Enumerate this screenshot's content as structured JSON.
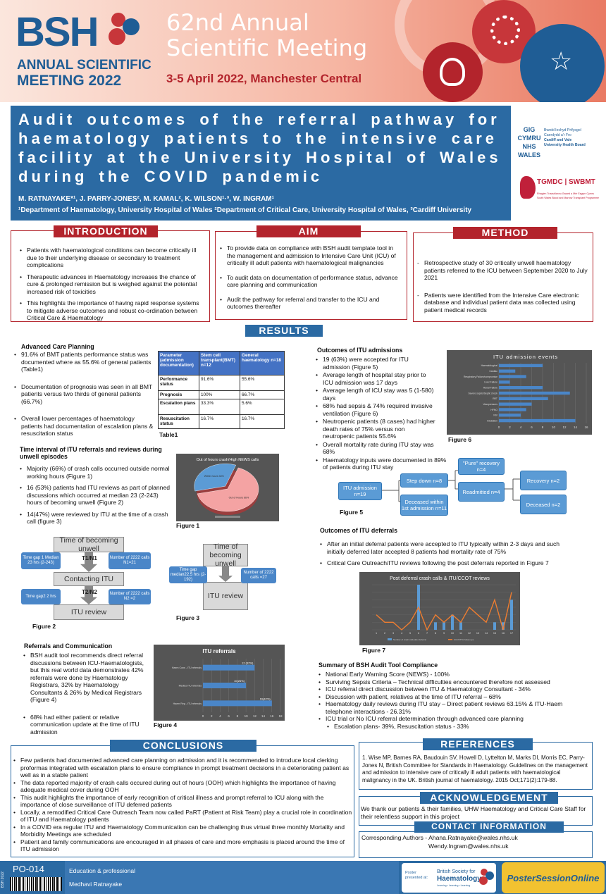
{
  "header": {
    "logo": "BSH",
    "logo_sub1": "ANNUAL SCIENTIFIC",
    "logo_sub2": "MEETING 2022",
    "title_line1": "62nd Annual",
    "title_line2": "Scientific Meeting",
    "date": "3-5 April 2022, Manchester Central",
    "colors": {
      "brand_blue": "#1f5d95",
      "brand_red": "#b3242c"
    }
  },
  "poster": {
    "title": "Audit outcomes of the referral pathway for haematology patients to the intensive care facility at the University Hospital of Wales during the COVID pandemic",
    "authors": "M. RATNAYAKE*¹, J. PARRY-JONES², M. KAMAL², K. WILSON¹·³, W. INGRAM¹",
    "affiliations": "¹Department of Haematology, University Hospital of Wales ²Department of Critical Care, University Hospital of Wales, ³Cardiff University",
    "logo1_lines": [
      "Bwrdd Iechyd Prifysgol",
      "Caerdydd a'r Fro",
      "Cardiff and Vale",
      "University Health Board"
    ],
    "logo1_mark": "GIG CYMRU NHS WALES",
    "logo2": "TGMDC | SWBMT",
    "logo2_sub": [
      "Rhaglen Trawsblannu Gwaed a Mêr Esgyrn Cymru",
      "South Wales Blood and Marrow Transplant Programme"
    ]
  },
  "introduction": {
    "heading": "INTRODUCTION",
    "items": [
      "Patients with haematological conditions can become critically ill due to their underlying disease or secondary to treatment complications",
      "Therapeutic advances in Haematology increases the chance of cure & prolonged remission but is weighed against the potential increased risk of toxicities",
      "This highlights the importance of having rapid response systems to mitigate adverse outcomes and robust co-ordination between Critical Care & Haematology"
    ]
  },
  "aim": {
    "heading": "AIM",
    "items": [
      "To provide data on compliance with BSH audit template tool in the management and admission to Intensive Care Unit (ICU) of critically ill adult patients with haematological malignancies",
      "To audit data on documentation of performance status, advance care planning and communication",
      "Audit the pathway for referral and transfer to the ICU and outcomes thereafter"
    ]
  },
  "method": {
    "heading": "METHOD",
    "items": [
      "Retrospective study of 30 critically unwell haematology patients referred to the ICU between September 2020 to July 2021",
      "Patients were identified from the Intensive Care electronic database and individual patient data was collected using patient medical records"
    ]
  },
  "results": {
    "heading": "RESULTS",
    "acp": {
      "heading": "Advanced Care Planning",
      "items": [
        "91.6% of BMT patients performance status was documented where as 55.6% of general patients (Table1)",
        "Documentation of prognosis was seen in all BMT patients versus two thirds of general patients (66.7%)",
        "Overall lower percentages of haematology patients had documentation of escalation plans & resuscitation status"
      ],
      "table_label": "Table1",
      "table": {
        "headers": [
          "Parameter (admission documentation)",
          "Stem cell transplant(BMT) n=12",
          "General haematology n=18"
        ],
        "rows": [
          [
            "Performance status",
            "91.6%",
            "55.6%"
          ],
          [
            "Prognosis",
            "100%",
            "66.7%"
          ],
          [
            "Escalation plans",
            "33.3%",
            "5.6%"
          ],
          [
            "Resuscitation status",
            "16.7%",
            "16.7%"
          ]
        ]
      }
    },
    "interval": {
      "heading": "Time interval of ITU referrals and reviews during unwell episodes",
      "items": [
        "Majority (66%) of crash calls occurred outside normal working hours (Figure 1)",
        "16 (53%) patients had ITU reviews as part of planned discussions which occurred at median 23 (2-243) hours of becoming unwell (Figure 2)",
        "14(47%) were reviewed by ITU at the time of a crash call (figure 3)"
      ]
    },
    "fig1": {
      "label": "Figure 1",
      "chart_data": {
        "type": "pie",
        "title": "Out of hours crash/High NEWS calls",
        "categories": [
          "Out of Hours",
          "Within hours"
        ],
        "values": [
          66,
          34
        ],
        "slice_labels": [
          "Out of Hours 66%",
          "Within hours 34%"
        ],
        "colors": [
          "#f4a3a3",
          "#5b9bd5"
        ]
      }
    },
    "fig2": {
      "label": "Figure 2",
      "box_top": "Time of becoming unwell",
      "box_mid": "Contacting ITU",
      "box_bot": "ITU review",
      "arrow1": "T1/N1",
      "arrow2": "T2/N2",
      "left1": "Time gap 1 Median 23 hrs (2-243)",
      "right1": "Number of 2222 calls N1=21",
      "left2": "Time gap2 2 hrs",
      "right2": "Number of 2222 calls N2 =2"
    },
    "fig3": {
      "label": "Figure 3",
      "box_top": "Time of becoming unwell",
      "box_bot": "ITU review",
      "left": "Time gap median22.5 hrs (2-192)",
      "right": "Number of 2222 calls =27"
    },
    "referrals": {
      "heading": "Referrals and Communication",
      "items": [
        "BSH audit tool recommends direct referral discussions between ICU-Haematologists, but this real world data demonstrates 42% referrals were done by Haematology Registrars, 32% by Haematology Consultants & 26% by Medical Registrars (Figure 4)",
        "68% had either patient or relative communication update at the time of ITU admission"
      ]
    },
    "fig4": {
      "label": "Figure 4",
      "chart_data": {
        "type": "bar",
        "orientation": "horizontal",
        "title": "ITU referrals",
        "categories": [
          "Haem Reg - ITU referrals",
          "Medics ITU referrals",
          "Haem Cons - ITU referrals"
        ],
        "values": [
          16,
          10,
          12
        ],
        "data_labels": [
          "16(42%)",
          "10(26%)",
          "12 (32%)"
        ],
        "ticks": [
          "0",
          "2",
          "4",
          "6",
          "8",
          "10",
          "12",
          "14",
          "16",
          "18"
        ],
        "xlim": [
          0,
          18
        ]
      }
    },
    "itu_adm": {
      "heading": "Outcomes of ITU admissions",
      "items": [
        "19 (63%) were accepted for ITU admission (Figure 5)",
        "Average length of hospital stay prior to ICU admission was 17 days",
        "Average length of ICU stay was 5 (1-580) days",
        "68% had sepsis & 74% required invasive ventilation (Figure 6)",
        "Neutropenic patients (8 cases) had higher death rates of 75% versus non neutropenic patients 55.6%",
        "Overall mortality rate during ITU stay was 68%",
        "Haematology inputs were documented in 89% of patients during ITU stay"
      ]
    },
    "fig5": {
      "label": "Figure 5",
      "itu": "ITU admission n=19",
      "stepdown": "Step down n=8",
      "deceased1": "Deceased within 1st admission n=11",
      "pure": "\"Pure\" recovery n=4",
      "readmitted": "Readmitted n=4",
      "recovery": "Recovery n=2",
      "deceased2": "Deceased n=2"
    },
    "fig6": {
      "label": "Figure 6",
      "chart_data": {
        "type": "bar",
        "orientation": "horizontal",
        "title": "ITU admission events",
        "categories": [
          "Intubation",
          "NIV",
          "HFNO",
          "Vasopressors",
          "RRT",
          "Severe sepsis/Septic shock",
          "Renal Failure",
          "Liver Failure",
          "Respiratory Failure/compromise",
          "Cardiac",
          "Haematological"
        ],
        "values": [
          14,
          4,
          5,
          6,
          9,
          13,
          8,
          2,
          5,
          3,
          8
        ],
        "ticks": [
          "0",
          "2",
          "4",
          "6",
          "8",
          "10",
          "12",
          "14",
          "16"
        ],
        "xlim": [
          0,
          16
        ]
      }
    },
    "deferrals": {
      "heading": "Outcomes of ITU deferrals",
      "items": [
        "After an initial deferral patients were accepted to ITU typically within 2-3 days and such initially deferred later accepted 8 patients had mortality rate of 75%",
        "Critical Care Outreach/ITU reviews following the post deferrals reported in Figure 7"
      ]
    },
    "fig7": {
      "label": "Figure 7",
      "chart_data": {
        "type": "bar",
        "title": "Post deferral crash calls & ITU/CCOT reviews",
        "categories": [
          "1",
          "2",
          "3",
          "4",
          "5",
          "6",
          "7",
          "8",
          "9",
          "10",
          "11",
          "12",
          "13",
          "14",
          "15",
          "16",
          "17"
        ],
        "series": [
          {
            "name": "Number of crash calls after deferral",
            "type": "bar",
            "values": [
              0,
              0,
              0,
              0,
              0,
              6,
              0,
              1,
              1,
              2,
              1,
              0,
              0,
              0,
              1,
              1,
              4
            ]
          },
          {
            "name": "CCOT/ITU follow ups",
            "type": "line",
            "values": [
              2,
              1,
              1,
              0,
              1,
              3,
              0,
              2,
              1,
              2,
              1,
              3,
              2,
              1,
              4,
              0,
              5
            ]
          }
        ],
        "ylim": [
          0,
          6
        ]
      }
    },
    "summary": {
      "heading": "Summary of BSH Audit Tool Compliance",
      "items": [
        "National Early Warning Score (NEWS) - 100%",
        "Surviving Sepsis Criteria – Technical difficulties encountered therefore not assessed",
        "ICU referral direct discussion between ITU & Haematology Consultant - 34%",
        "Discussion with patient, relatives at the time of ITU referral – 68%",
        "Haematology daily reviews during ITU stay – Direct patient reviews 63.15% & ITU-Haem telephone interactions - 26.31%",
        "ICU trial or No ICU referral determination through advanced care planning"
      ],
      "sub_item": "Escalation plans- 39%, Resuscitation status - 33%"
    }
  },
  "conclusions": {
    "heading": "CONCLUSIONS",
    "items": [
      "Few patients had documented advanced care planning on admission and it is recommended to introduce local clerking proformas integrated with escalation plans to ensure compliance in prompt treatment decisions in a deteriorating patient as well as in a stable patient",
      "The data reported majority of crash calls occured during out of hours (OOH) which highlights the importance of having adequate medical cover during OOH",
      "This audit highlights the importance of early recognition of critical illness and prompt referral to ICU along with the importance of close surveillance of ITU deferred patients",
      "Locally, a remodified Critical Care Outreach Team now called PaRT (Patient at Risk Team) play a crucial role in coordination of ITU and Haematology patients",
      "In a COVID era regular ITU and Haematology Communication can be challenging thus virtual three monthly Mortality and Morbidity Meetings are scheduled",
      "Patient and family communications are encouraged in all phases of care and more emphasis is placed around the time of ITU admission"
    ]
  },
  "references": {
    "heading": "REFERENCES",
    "text": "1. Wise MP, Barnes RA, Baudouin SV, Howell D, Lyttelton M, Marks DI, Morris EC, Parry-Jones N, British Committee for Standards in Haematology. Guidelines on the management and admission to intensive care of critically ill adult patients with haematological malignancy in the UK. British journal of haematology. 2015 Oct;171(2):179-88."
  },
  "acknowledgement": {
    "heading": "ACKNOWLEDGEMENT",
    "text": "We thank our patients & their families, UHW Haematology and Critical Care Staff for their relentless support in this project"
  },
  "contact": {
    "heading": "CONTACT INFORMATION",
    "line1": "Corresponding Authors - Ahana.Ratnayake@wales.nhs.uk",
    "line2": "Wendy.Ingram@wales.nhs.uk"
  },
  "footer": {
    "code": "PO-014",
    "side_text": "BSH 2022",
    "category": "Education & professional",
    "presenter": "Medhavi Ratnayake",
    "presented_at": "Poster presented at:",
    "bsh_name1": "British Society for",
    "bsh_name2": "Haematology",
    "bsh_tag": "Learning • Learning • Learning",
    "pso_logo": "PosterSessionOnline"
  }
}
